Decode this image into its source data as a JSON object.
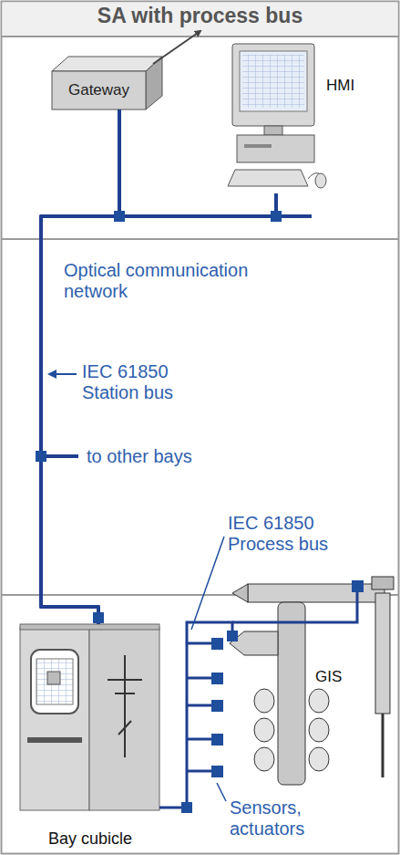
{
  "diagram": {
    "title": "SA with process bus",
    "nodes": [
      {
        "text": [
          "Gateway"
        ]
      },
      {
        "text": [
          "HMI"
        ]
      },
      {
        "text": [
          "Bay cubicle"
        ]
      },
      {
        "text": [
          "GIS"
        ]
      }
    ],
    "edges": [
      {
        "from": 0,
        "to": 2,
        "arrow": "none"
      },
      {
        "from": 1,
        "to": 2,
        "arrow": "none"
      },
      {
        "from": 2,
        "to": 3,
        "arrow": "none"
      }
    ],
    "labels": [
      "Optical communication network",
      "IEC 61850 Station bus",
      "to other bays",
      "IEC 61850 Process bus",
      "Sensors, actuators"
    ]
  }
}
